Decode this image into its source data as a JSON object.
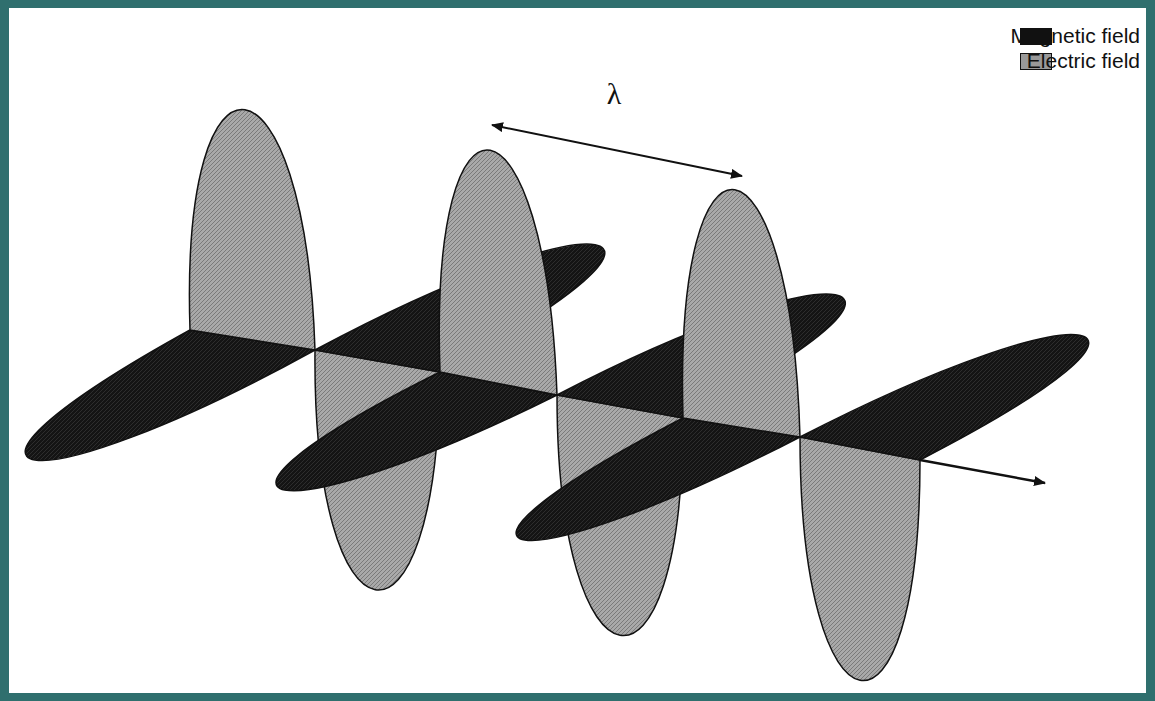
{
  "diagram": {
    "labels": [
      "λ"
    ],
    "legend": [
      {
        "text": "Magnetic field",
        "color": "#111111"
      },
      {
        "text": "Electric field",
        "color": "#999999"
      }
    ]
  }
}
